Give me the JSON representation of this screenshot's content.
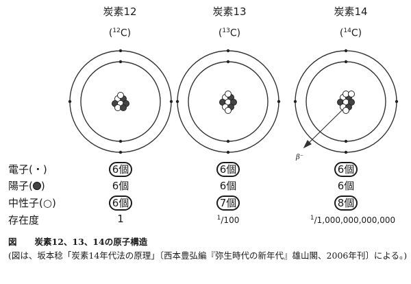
{
  "isotopes": [
    {
      "name": "炭素12",
      "mass": "12",
      "element": "C",
      "electrons": "6個",
      "protons": "6個",
      "neutrons": "6個",
      "abundance": "1"
    },
    {
      "name": "炭素13",
      "mass": "13",
      "element": "C",
      "electrons": "6個",
      "protons": "6個",
      "neutrons": "7個",
      "abundance_num": "1",
      "abundance_den": "/100"
    },
    {
      "name": "炭素14",
      "mass": "14",
      "element": "C",
      "electrons": "6個",
      "protons": "6個",
      "neutrons": "8個",
      "abundance_num": "1",
      "abundance_den": "/1,000,000,000,000"
    }
  ],
  "rows": {
    "electron": "電子(・)",
    "proton": "陽子(",
    "proton_end": ")",
    "neutron": "中性子(○)",
    "abundance": "存在度"
  },
  "beta_label": "β⁻",
  "caption": {
    "label": "図",
    "title": "炭素12、13、14の原子構造",
    "note": "(図は、坂本稔「炭素14年代法の原理」〔西本豊弘編『弥生時代の新年代』雄山閣、2006年刊〕による。)"
  }
}
